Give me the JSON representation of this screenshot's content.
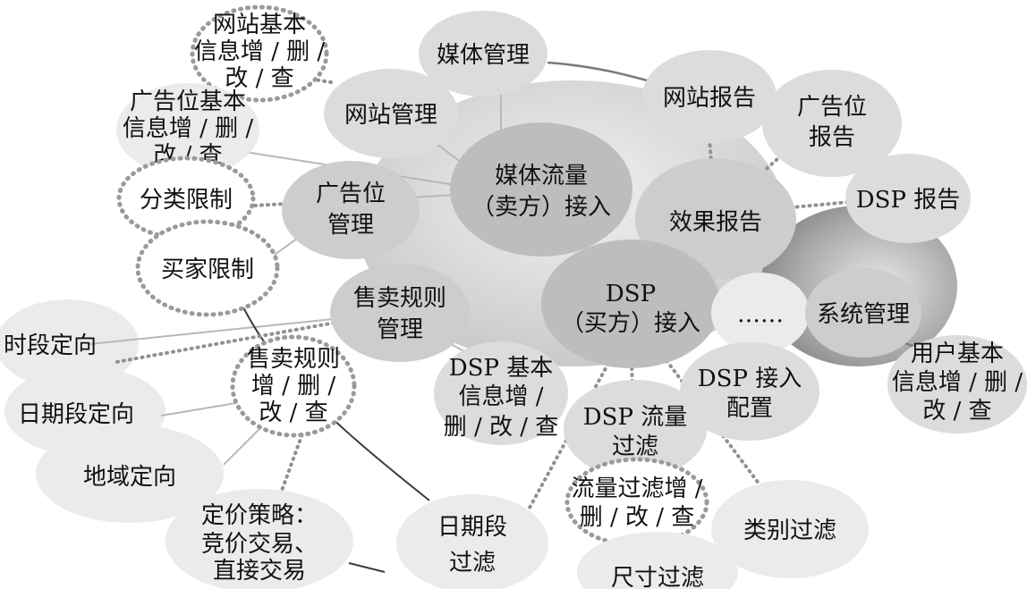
{
  "nodes": {
    "media_mgmt": [
      "媒体管理"
    ],
    "site_basic": [
      "网站基本",
      "信息增 / 删 /",
      "改 / 查"
    ],
    "site_mgmt": [
      "网站管理"
    ],
    "adslot_basic": [
      "广告位基本",
      "信息增 / 删 /",
      "改 / 查"
    ],
    "category_limit": [
      "分类限制"
    ],
    "buyer_limit": [
      "买家限制"
    ],
    "adslot_mgmt": [
      "广告位",
      "管理"
    ],
    "media_access": [
      "媒体流量",
      "（卖方）接入"
    ],
    "site_report": [
      "网站报告"
    ],
    "adslot_report": [
      "广告位",
      "报告"
    ],
    "dsp_report": [
      "DSP 报告"
    ],
    "effect_report": [
      "效果报告"
    ],
    "sales_rule_mgmt": [
      "售卖规则",
      "管理"
    ],
    "dsp_access": [
      "DSP",
      "（买方）接入"
    ],
    "ellipsis": [
      "……"
    ],
    "system_mgmt": [
      "系统管理"
    ],
    "user_basic": [
      "用户基本",
      "信息增 / 删 /",
      "改 / 查"
    ],
    "time_targeting": [
      "时段定向"
    ],
    "sales_rule_crud": [
      "售卖规则",
      "增 / 删 /",
      "改 / 查"
    ],
    "dsp_basic": [
      "DSP 基本",
      "信息增 /",
      "删 / 改 / 查"
    ],
    "dsp_access_config": [
      "DSP 接入",
      "配置"
    ],
    "date_targeting": [
      "日期段定向"
    ],
    "dsp_traffic_filter": [
      "DSP 流量",
      "过滤"
    ],
    "geo_targeting": [
      "地域定向"
    ],
    "traffic_filter_crud": [
      "流量过滤增 /",
      "删 / 改 / 查"
    ],
    "category_filter": [
      "类别过滤"
    ],
    "pricing_strategy": [
      "定价策略：",
      "竞价交易、",
      "直接交易"
    ],
    "date_filter": [
      "日期段",
      "过滤"
    ],
    "size_filter": [
      "尺寸过滤"
    ]
  }
}
